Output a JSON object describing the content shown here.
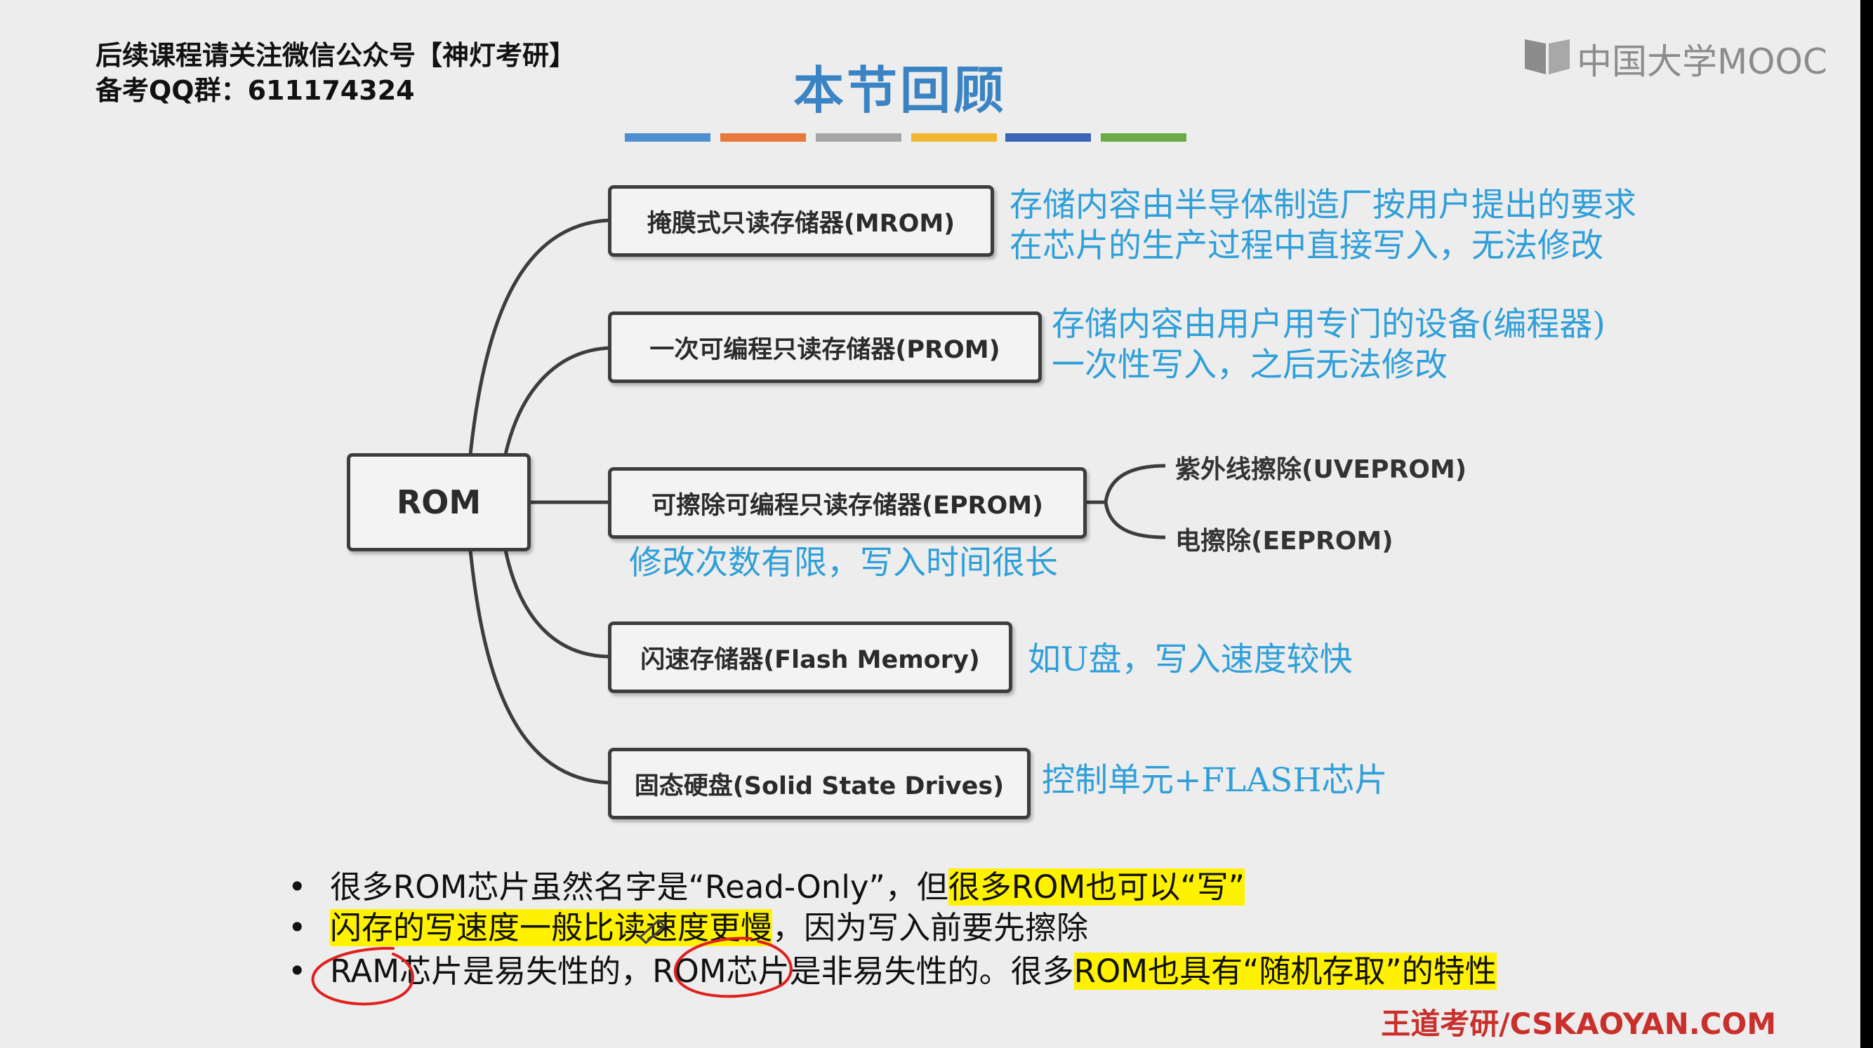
{
  "header": {
    "notice_line1": "后续课程请关注微信公众号【神灯考研】",
    "notice_line2": "备考QQ群：611174324",
    "title": "本节回顾",
    "logo_text": "中国大学MOOC",
    "color_bar": [
      "#4f8fcf",
      "#e8793a",
      "#a5a5a5",
      "#f2b731",
      "#3c63b6",
      "#6aab47"
    ]
  },
  "mindmap": {
    "root": "ROM",
    "branches": [
      {
        "label": "掩膜式只读存储器(MROM)",
        "desc": [
          "存储内容由半导体制造厂按用户提出的要求",
          "在芯片的生产过程中直接写入，无法修改"
        ]
      },
      {
        "label": "一次可编程只读存储器(PROM)",
        "desc": [
          "存储内容由用户用专门的设备(编程器)",
          "一次性写入，之后无法修改"
        ]
      },
      {
        "label": "可擦除可编程只读存储器(EPROM)",
        "desc": [
          "修改次数有限，写入时间很长"
        ],
        "children": [
          "紫外线擦除(UVEPROM)",
          "电擦除(EEPROM)"
        ]
      },
      {
        "label": "闪速存储器(Flash Memory)",
        "desc": [
          "如U盘，写入速度较快"
        ]
      },
      {
        "label": "固态硬盘(Solid State Drives)",
        "desc": [
          "控制单元+FLASH芯片"
        ]
      }
    ]
  },
  "bullets": {
    "b1_plain": "很多ROM芯片虽然名字是“Read-Only”，但",
    "b1_hl": "很多ROM也可以“写”",
    "b2_hl": "闪存的写速度一般比读速度更慢",
    "b2_plain": "，因为写入前要先擦除",
    "b3_a": "RAM",
    "b3_b": "芯片是易失性的，",
    "b3_c": "ROM",
    "b3_d": "芯片是非易失性的。很多",
    "b3_hl": "ROM也具有“随机存取”的特性"
  },
  "footer": "王道考研/CSKAOYAN.COM",
  "colors": {
    "title": "#3b84c4",
    "desc": "#2f9fd9",
    "highlight": "#fff200",
    "annotation": "#e02020",
    "footer": "#c9302c"
  }
}
